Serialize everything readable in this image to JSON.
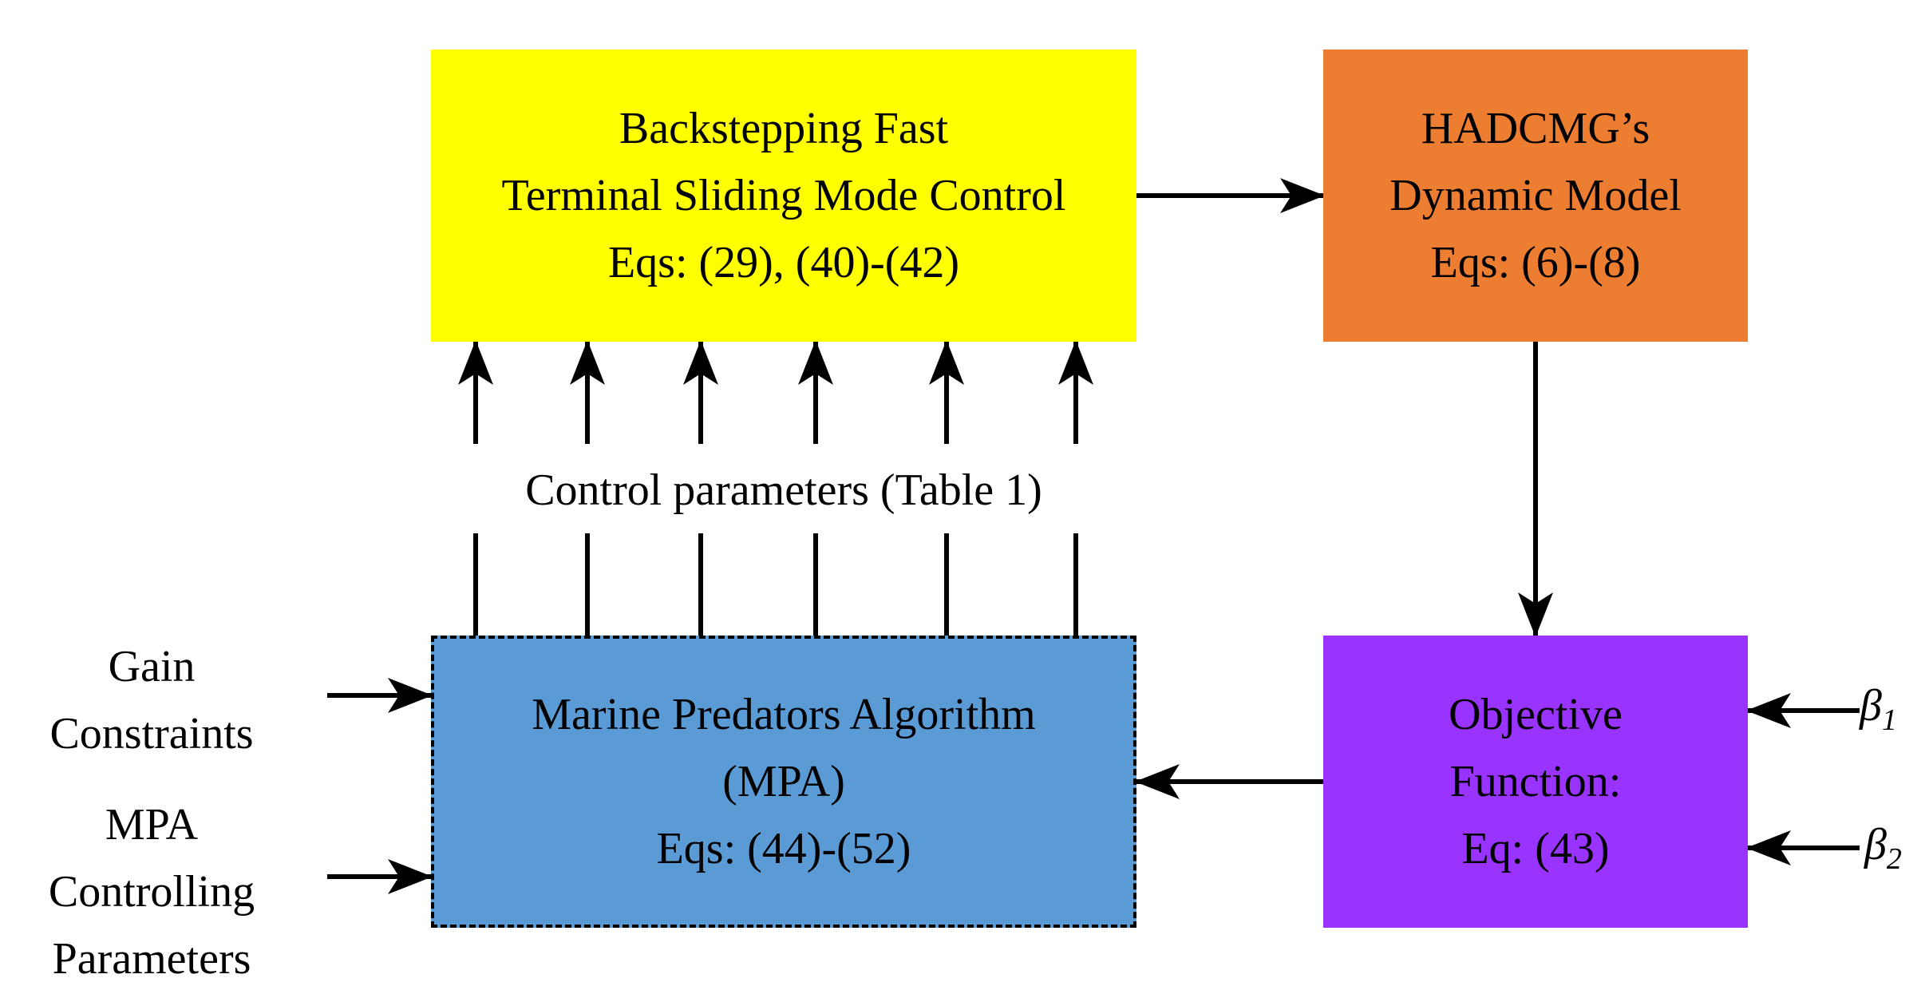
{
  "colors": {
    "bftsmc_fill": "#FFFF00",
    "dynamic_fill": "#ED7D31",
    "mpa_fill": "#5B9BD5",
    "objective_fill": "#9933FF",
    "line": "#000000"
  },
  "blocks": {
    "bftsmc": {
      "line1": "Backstepping Fast",
      "line2": "Terminal Sliding Mode Control",
      "line3": "Eqs: (29), (40)-(42)"
    },
    "dynamic_model": {
      "line1": "HADCMG’s",
      "line2": "Dynamic Model",
      "line3": "Eqs: (6)-(8)"
    },
    "mpa": {
      "line1": "Marine Predators Algorithm",
      "line2": "(MPA)",
      "line3": "Eqs: (44)-(52)"
    },
    "objective": {
      "line1": "Objective",
      "line2": "Function:",
      "line3": "Eq: (43)"
    }
  },
  "labels": {
    "control_parameters": "Control parameters (Table 1)",
    "gain_constraints": {
      "line1": "Gain",
      "line2": "Constraints"
    },
    "mpa_params": {
      "line1": "MPA",
      "line2": "Controlling",
      "line3": "Parameters"
    },
    "beta1": {
      "symbol": "β",
      "sub": "1"
    },
    "beta2": {
      "symbol": "β",
      "sub": "2"
    }
  }
}
